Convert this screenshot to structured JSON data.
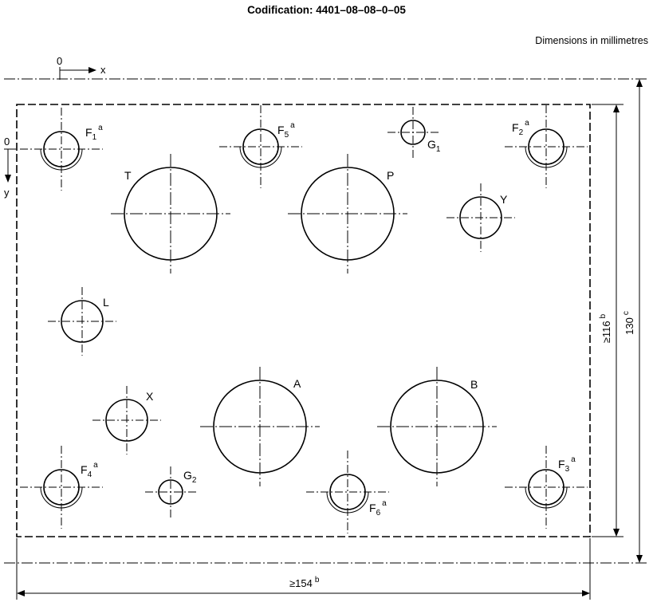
{
  "title": "Codification: 4401–08–08–0–05",
  "dimension_note": "Dimensions in millimetres",
  "axes": {
    "origin_x": "0",
    "x_label": "x",
    "origin_y": "0",
    "y_label": "y"
  },
  "holes": {
    "F1": {
      "letter": "F",
      "sub": "1",
      "sup": "a"
    },
    "F2": {
      "letter": "F",
      "sub": "2",
      "sup": "a"
    },
    "F3": {
      "letter": "F",
      "sub": "3",
      "sup": "a"
    },
    "F4": {
      "letter": "F",
      "sub": "4",
      "sup": "a"
    },
    "F5": {
      "letter": "F",
      "sub": "5",
      "sup": "a"
    },
    "F6": {
      "letter": "F",
      "sub": "6",
      "sup": "a"
    },
    "G1": {
      "letter": "G",
      "sub": "1"
    },
    "G2": {
      "letter": "G",
      "sub": "2"
    },
    "T": {
      "letter": "T"
    },
    "P": {
      "letter": "P"
    },
    "A": {
      "letter": "A"
    },
    "B": {
      "letter": "B"
    },
    "X": {
      "letter": "X"
    },
    "Y": {
      "letter": "Y"
    },
    "L": {
      "letter": "L"
    }
  },
  "dimensions": {
    "width": {
      "text": "≥154",
      "sup": "b"
    },
    "inner_height": {
      "text": "≥116",
      "sup": "b"
    },
    "outer_height": {
      "text": "130",
      "sup": "c"
    }
  }
}
